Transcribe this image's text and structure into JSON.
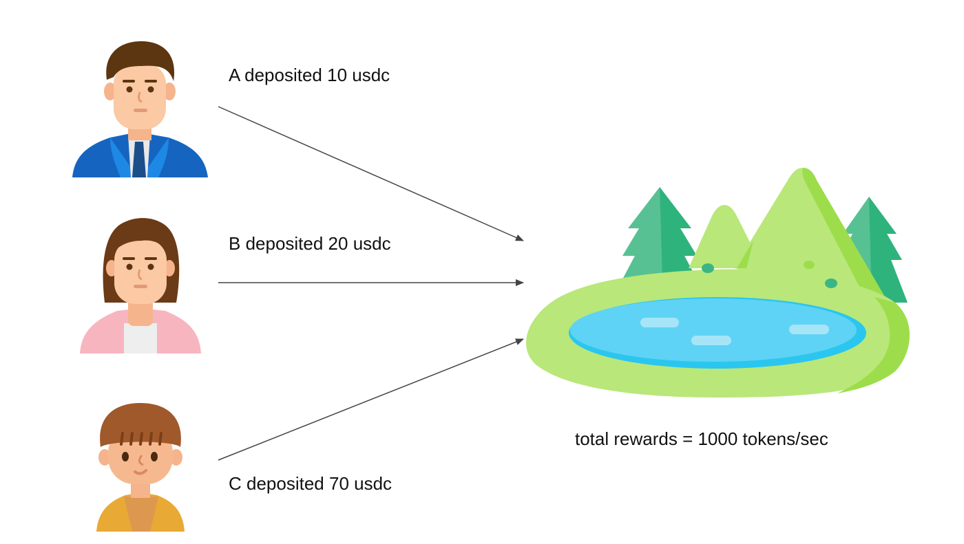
{
  "depositors": [
    {
      "label": "A deposited 10 usdc",
      "avatar": "businessman-avatar-icon"
    },
    {
      "label": "B deposited 20 usdc",
      "avatar": "businesswoman-avatar-icon"
    },
    {
      "label": "C deposited 70 usdc",
      "avatar": "young-man-avatar-icon"
    }
  ],
  "pool": {
    "icon": "lake-landscape-icon",
    "label": "total rewards = 1000 tokens/sec"
  },
  "colors": {
    "arrow": "#444444",
    "suit": "#1565c0",
    "suit_light": "#1e88e5",
    "skin": "#fbc9a4",
    "hair_dark": "#5c3511",
    "hair_light": "#a0592a",
    "jacket_pink": "#f7b5c0",
    "sweater_yellow": "#e9a935",
    "grass": "#b9e77a",
    "grass_dark": "#9ddd4c",
    "tree": "#3bb583",
    "water": "#5fd3f5",
    "water_dark": "#2ac6f0"
  }
}
